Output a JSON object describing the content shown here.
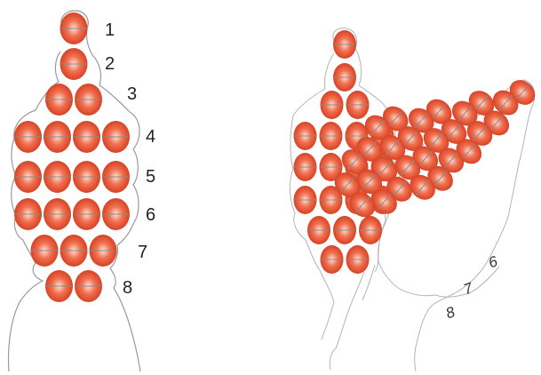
{
  "diagrams": {
    "left": {
      "row_labels": [
        "1",
        "2",
        "3",
        "4",
        "5",
        "6",
        "7",
        "8"
      ],
      "bead_counts": [
        1,
        1,
        2,
        4,
        4,
        4,
        3,
        2
      ]
    },
    "right": {
      "labels": [
        "6",
        "7",
        "8"
      ],
      "leaf_bead_counts": [
        1,
        1,
        2,
        4,
        4,
        4,
        3,
        2
      ],
      "wing_bead_counts": [
        1,
        1,
        2,
        2,
        3,
        3,
        4,
        4,
        3,
        3,
        2
      ]
    }
  },
  "colors": {
    "bead_edge": "#d2391c",
    "bead_mid": "#f07050",
    "bead_highlight": "#fde2d8",
    "thread": "#9a9a9a",
    "label": "#222222"
  }
}
